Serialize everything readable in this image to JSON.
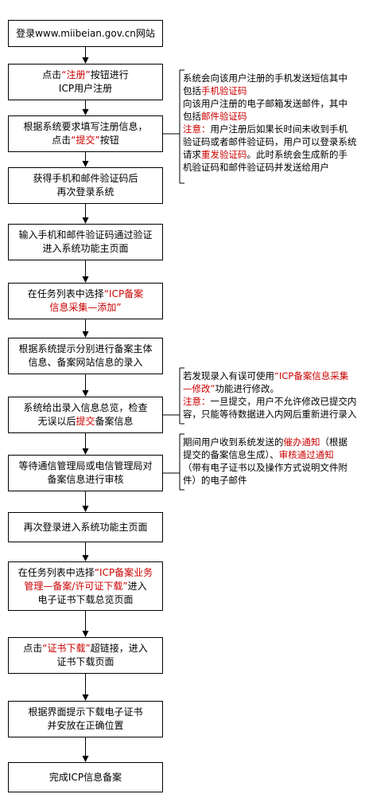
{
  "steps": [
    {
      "parts": [
        {
          "t": "登录www.miibeian.gov.cn网站"
        }
      ]
    },
    {
      "parts": [
        {
          "t": "点击"
        },
        {
          "t": "“注册”",
          "r": true
        },
        {
          "t": "按钮进行"
        },
        {
          "br": true
        },
        {
          "t": "ICP用户注册"
        }
      ]
    },
    {
      "parts": [
        {
          "t": "根据系统要求填写注册信息，"
        },
        {
          "br": true
        },
        {
          "t": "点击"
        },
        {
          "t": "“提交”",
          "r": true
        },
        {
          "t": "按钮"
        }
      ]
    },
    {
      "parts": [
        {
          "t": "获得手机和邮件验证码后"
        },
        {
          "br": true
        },
        {
          "t": "再次登录系统"
        }
      ]
    },
    {
      "parts": [
        {
          "t": "输入手机和邮件验证码通过验证"
        },
        {
          "br": true
        },
        {
          "t": "进入系统功能主页面"
        }
      ]
    },
    {
      "parts": [
        {
          "t": "在任务列表中选择"
        },
        {
          "t": "“ICP备案",
          "r": true
        },
        {
          "br": true
        },
        {
          "t": "信息采集—添加”",
          "r": true
        }
      ]
    },
    {
      "parts": [
        {
          "t": "根据系统提示分别进行备案主体"
        },
        {
          "br": true
        },
        {
          "t": "信息、备案网站信息的录入"
        }
      ]
    },
    {
      "parts": [
        {
          "t": "系统给出录入信息总览，检查"
        },
        {
          "br": true
        },
        {
          "t": "无误以后"
        },
        {
          "t": "提交",
          "r": true
        },
        {
          "t": "备案信息"
        }
      ]
    },
    {
      "parts": [
        {
          "t": "等待通信管理局或电信管理局对"
        },
        {
          "br": true
        },
        {
          "t": "备案信息进行审核"
        }
      ]
    },
    {
      "parts": [
        {
          "t": "再次登录进入系统功能主页面"
        }
      ]
    },
    {
      "parts": [
        {
          "t": "在任务列表中选择"
        },
        {
          "t": "“ICP备案业务",
          "r": true
        },
        {
          "br": true
        },
        {
          "t": "管理—备案/许可证下载”",
          "r": true
        },
        {
          "t": "进入"
        },
        {
          "br": true
        },
        {
          "t": "电子证书下载总览页面"
        }
      ]
    },
    {
      "parts": [
        {
          "t": "点击"
        },
        {
          "t": "“证书下载”",
          "r": true
        },
        {
          "t": "超链接，进入"
        },
        {
          "br": true
        },
        {
          "t": "证书下载页面"
        }
      ]
    },
    {
      "parts": [
        {
          "t": "根据界面提示下载电子证书"
        },
        {
          "br": true
        },
        {
          "t": "并安放在正确位置"
        }
      ]
    },
    {
      "parts": [
        {
          "t": "完成ICP信息备案"
        }
      ]
    }
  ],
  "notes": [
    {
      "parts": [
        {
          "t": "系统会向该用户注册的手机发送短信其中"
        },
        {
          "br": true
        },
        {
          "t": "包括"
        },
        {
          "t": "手机验证码",
          "r": true
        },
        {
          "br": true
        },
        {
          "t": "向该用户注册的电子邮箱发送邮件，其中"
        },
        {
          "br": true
        },
        {
          "t": "包括"
        },
        {
          "t": "邮件验证码",
          "r": true
        },
        {
          "br": true
        },
        {
          "t": "注意：",
          "r": true
        },
        {
          "t": "用户注册后如果长时间未收到手机"
        },
        {
          "br": true
        },
        {
          "t": "验证码或者邮件验证码，用户可以登录系统"
        },
        {
          "br": true
        },
        {
          "t": "请求"
        },
        {
          "t": "重发验证码",
          "r": true
        },
        {
          "t": "。此时系统会生成新的手"
        },
        {
          "br": true
        },
        {
          "t": "机验证码和邮件验证码并发送给用户"
        }
      ]
    },
    {
      "parts": [
        {
          "t": "若发现录入有误可使用"
        },
        {
          "t": "“ICP备案信息采集",
          "r": true
        },
        {
          "br": true
        },
        {
          "t": "—修改”",
          "r": true
        },
        {
          "t": "功能进行修改。"
        },
        {
          "br": true
        },
        {
          "t": "注意：",
          "r": true
        },
        {
          "t": "一旦提交，用户不允许修改已提交内"
        },
        {
          "br": true
        },
        {
          "t": "容，只能等待数据进入内网后重新进行录入"
        }
      ]
    },
    {
      "parts": [
        {
          "t": "期间用户收到系统发送的"
        },
        {
          "t": "催办通知",
          "r": true
        },
        {
          "t": "（根据"
        },
        {
          "br": true
        },
        {
          "t": "提交的备案信息生成）、"
        },
        {
          "t": "审核通过通知",
          "r": true
        },
        {
          "br": true
        },
        {
          "t": "（带有电子证书以及操作方式说明文件附"
        },
        {
          "br": true
        },
        {
          "t": "件）的电子邮件"
        }
      ]
    }
  ]
}
